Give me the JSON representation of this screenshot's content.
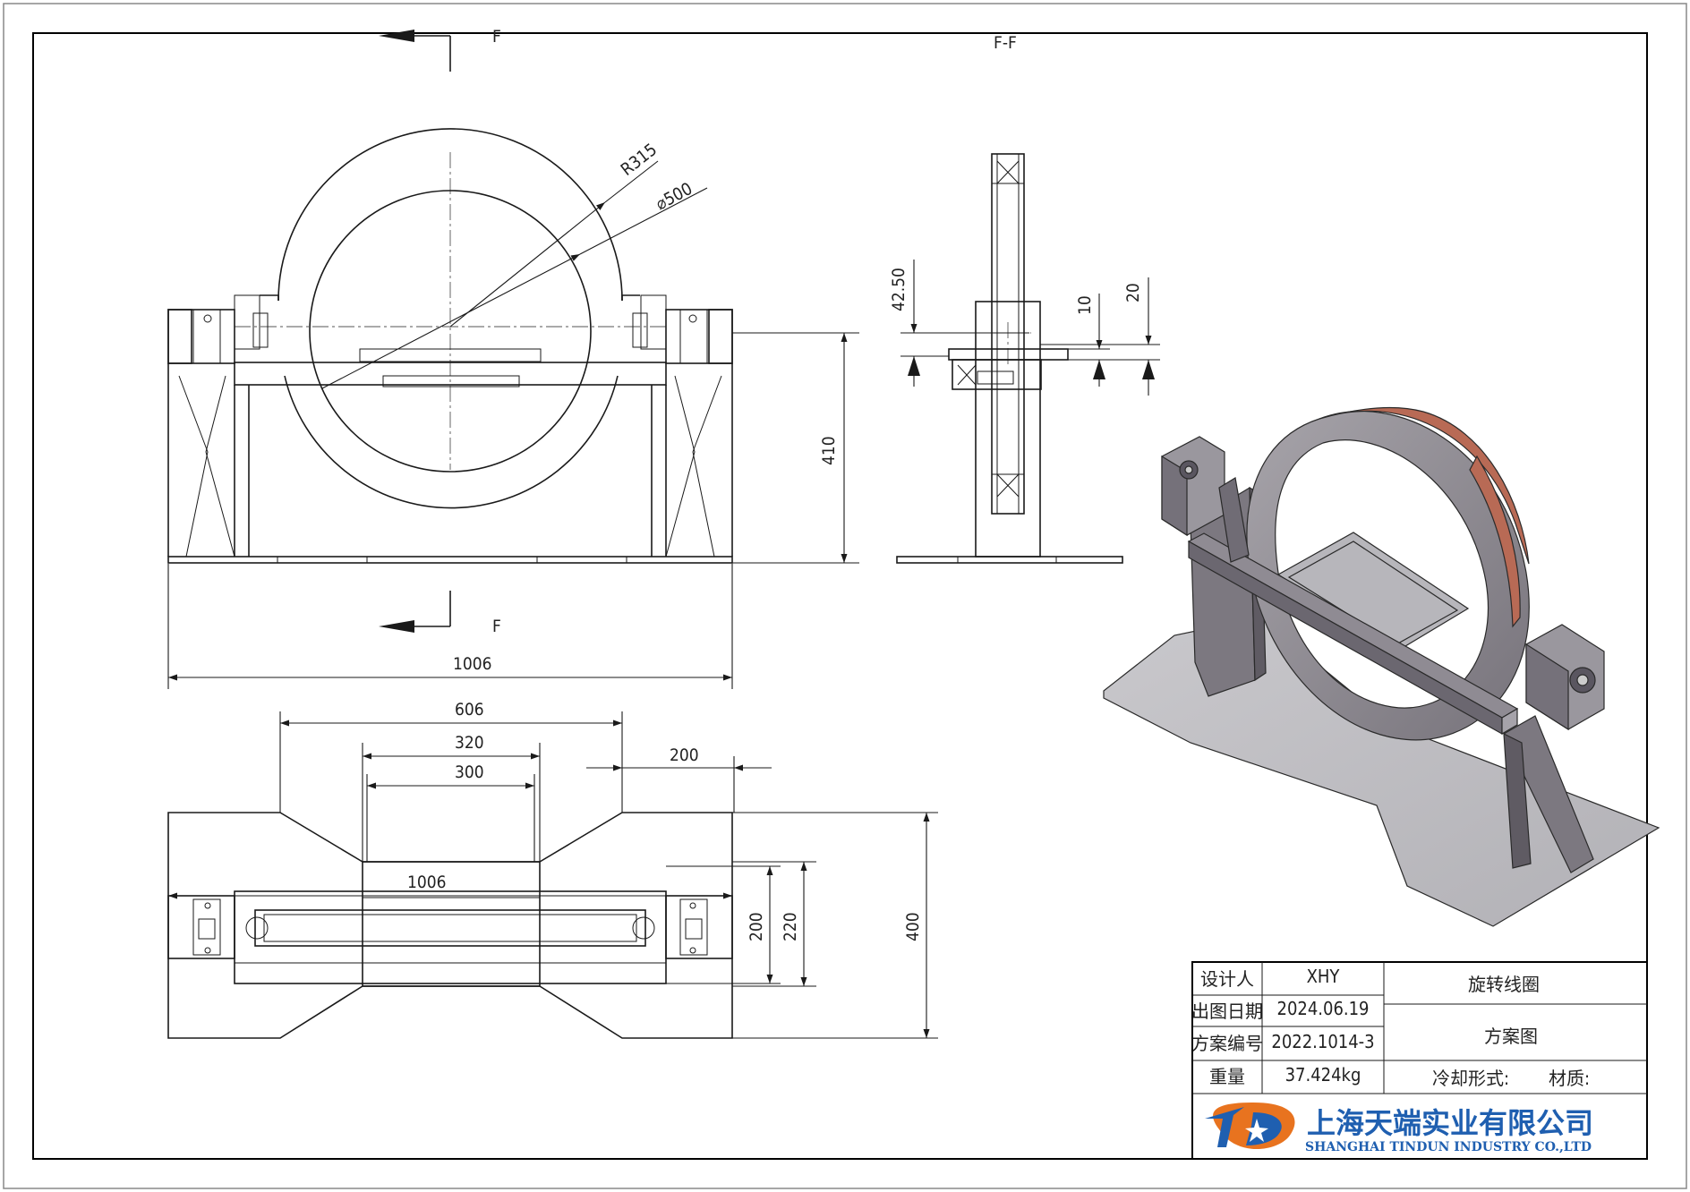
{
  "section": {
    "marker": "F",
    "view_title": "F-F"
  },
  "dimensions": {
    "radius": "R315",
    "diameter": "⌀500",
    "height_410": "410",
    "width_1006_front": "1006",
    "d_42_50": "42.50",
    "d_10": "10",
    "d_20": "20",
    "d_606": "606",
    "d_320": "320",
    "d_300": "300",
    "d_200_top": "200",
    "width_1006_top": "1006",
    "d_200_side": "200",
    "d_220": "220",
    "d_400": "400"
  },
  "title_block": {
    "designer_label": "设计人",
    "designer_value": "XHY",
    "date_label": "出图日期",
    "date_value": "2024.06.19",
    "scheme_no_label": "方案编号",
    "scheme_no_value": "2022.1014-3",
    "weight_label": "重量",
    "weight_value": "37.424kg",
    "part_name": "旋转线圈",
    "drawing_type": "方案图",
    "cooling_label": "冷却形式:",
    "material_label": "材质:"
  },
  "company": {
    "name_cn": "上海天端实业有限公司",
    "name_en": "SHANGHAI TINDUN INDUSTRY CO.,LTD",
    "logo_letters": "TD"
  },
  "colors": {
    "brand_blue": "#1f5fb0",
    "logo_orange": "#e8731f",
    "iso_copper": "#b86a55",
    "iso_grey": "#8d8a90",
    "iso_dark": "#6e6a72"
  }
}
